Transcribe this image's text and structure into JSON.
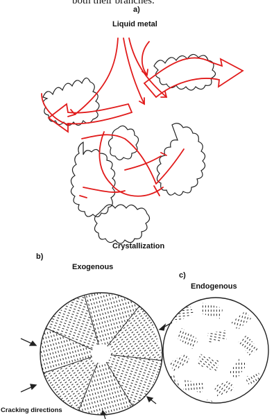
{
  "caption": "both their branches.",
  "labels": {
    "a": "a)",
    "liquid_metal": "Liquid metal",
    "crystallization": "Crystallization",
    "b": "b)",
    "exogenous": "Exogenous",
    "c": "c)",
    "endogenous": "Endogenous",
    "cracking": "Cracking directions"
  },
  "colors": {
    "flow": "#e11b1b",
    "ink": "#222222"
  }
}
